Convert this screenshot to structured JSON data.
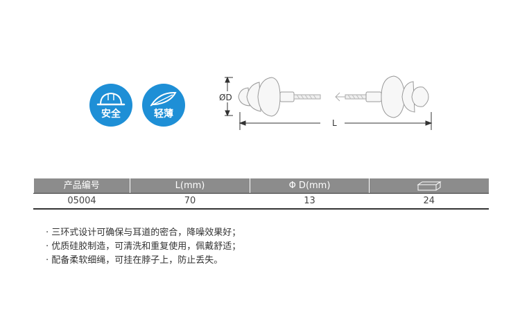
{
  "badges": [
    {
      "icon": "hard-hat-icon",
      "label": "安全",
      "color": "#1e8fd6"
    },
    {
      "icon": "feather-icon",
      "label": "轻薄",
      "color": "#1e8fd6"
    }
  ],
  "diagram": {
    "diameter_label": "ØD",
    "length_label": "L"
  },
  "table": {
    "headers": [
      "产品编号",
      "L(mm)",
      "Φ D(mm)",
      ""
    ],
    "last_header_icon": "box-icon",
    "rows": [
      [
        "05004",
        "70",
        "13",
        "24"
      ]
    ]
  },
  "notes": [
    "· 三环式设计可确保与耳道的密合，降噪效果好；",
    "· 优质硅胶制造，可清洗和重复使用，佩戴舒适；",
    "· 配备柔软细绳，可挂在脖子上，防止丢失。"
  ]
}
